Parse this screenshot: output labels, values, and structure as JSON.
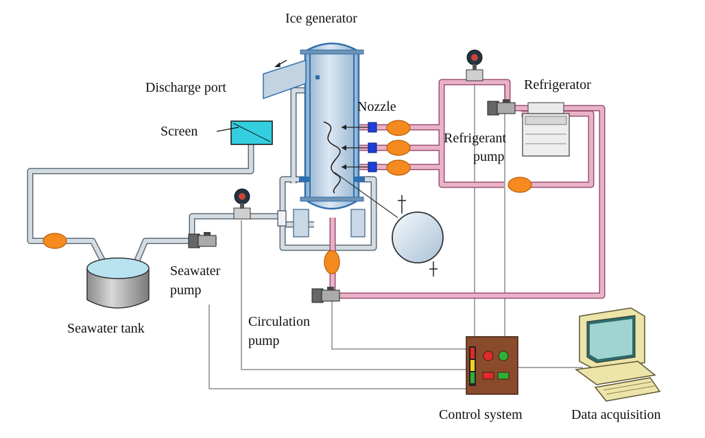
{
  "labels": {
    "ice_generator": "Ice generator",
    "discharge_port": "Discharge port",
    "nozzle": "Nozzle",
    "refrigerator": "Refrigerator",
    "screen": "Screen",
    "refrigerant_pump_line1": "Refrigerant",
    "refrigerant_pump_line2": "pump",
    "seawater_pump_line1": "Seawater",
    "seawater_pump_line2": "pump",
    "seawater_tank": "Seawater tank",
    "circulation_pump_line1": "Circulation",
    "circulation_pump_line2": "pump",
    "control_system": "Control system",
    "data_acquisition": "Data acquisition"
  },
  "colors": {
    "seawater_pipe": "#c8d4dc",
    "refrigerant_pipe": "#e4a7c0",
    "vessel": "#bcd3e6",
    "vessel_frame": "#2f6fae",
    "screen": "#33cfe0",
    "nozzle_block": "#1d3fd6",
    "flow_element": "#f58a1e",
    "control_box": "#8a4b2c",
    "computer": "#ece4a8",
    "signal_line": "#8c8c8c"
  }
}
